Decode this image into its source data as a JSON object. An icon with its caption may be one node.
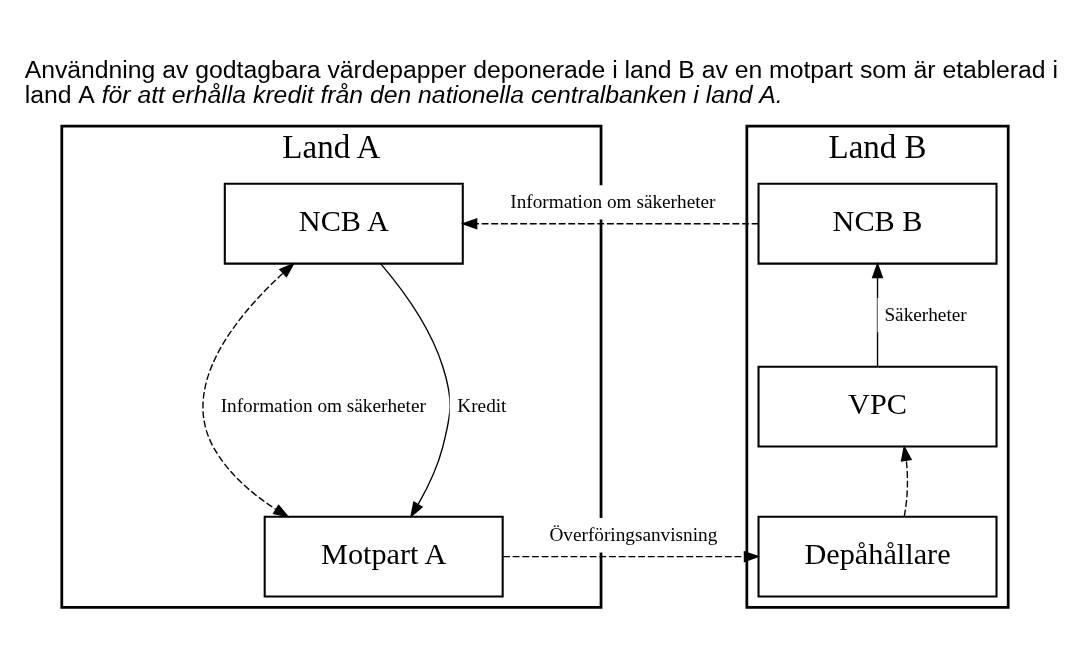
{
  "diagram": {
    "title": "Användning av godtagbara värdepapper deponerade i land B av en motpart som är etablerad i land A *för att erhålla kredit från den nationella centralbanken i land A.*",
    "nodes": [
      {
        "text": [
          "Land A"
        ]
      },
      {
        "text": [
          "NCB A"
        ],
        "in": 0
      },
      {
        "text": [
          "Motpart A"
        ],
        "in": 0
      },
      {
        "text": [
          "Land B"
        ]
      },
      {
        "text": [
          "NCB B"
        ],
        "in": 3
      },
      {
        "text": [
          "VPC"
        ],
        "in": 3
      },
      {
        "text": [
          "Depåhållare"
        ],
        "in": 3
      }
    ],
    "edges": [
      {
        "from": 4,
        "to": 1,
        "arrow": "to",
        "style": "dashed",
        "label": "Information om säkerheter"
      },
      {
        "from": 1,
        "to": 2,
        "arrow": "both",
        "style": "dashed",
        "label": "Information om säkerheter"
      },
      {
        "from": 1,
        "to": 2,
        "arrow": "to",
        "label": "Kredit"
      },
      {
        "from": 5,
        "to": 4,
        "arrow": "to",
        "label": "Säkerheter"
      },
      {
        "from": 6,
        "to": 5,
        "arrow": "to",
        "style": "dashed"
      },
      {
        "from": 2,
        "to": 6,
        "arrow": "to",
        "style": "dashed",
        "label": "Överföringsanvisning"
      }
    ]
  }
}
